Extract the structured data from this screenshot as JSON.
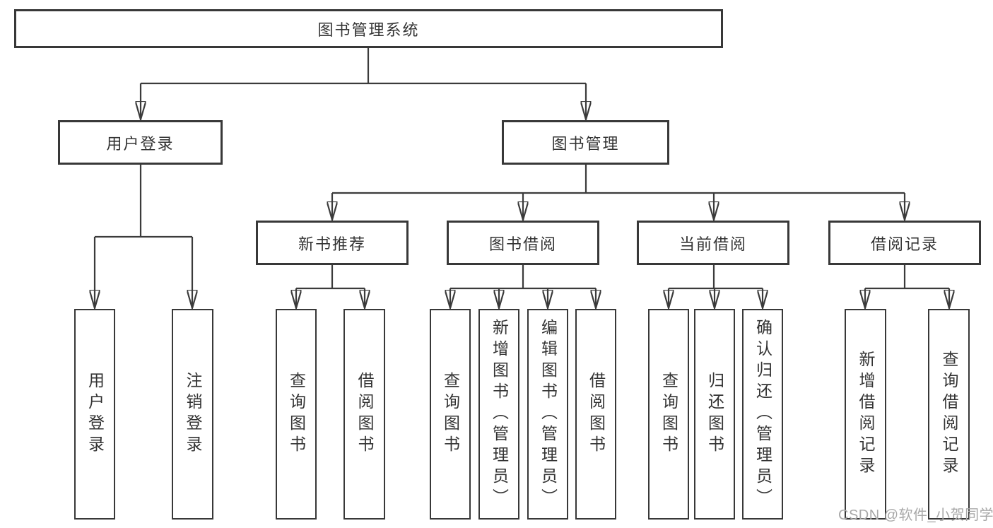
{
  "diagram": {
    "type": "tree-function-structure",
    "colors": {
      "background": "#ffffff",
      "box_border": "#383838",
      "connector_line": "#3b3b3b",
      "text": "#333333",
      "watermark_text": "#a8a8a8"
    },
    "nodes": {
      "root": {
        "label": "图书管理系统"
      },
      "user_login": {
        "label": "用户登录"
      },
      "book_management": {
        "label": "图书管理"
      },
      "new_book_recommend": {
        "label": "新书推荐"
      },
      "book_borrow": {
        "label": "图书借阅"
      },
      "current_borrow": {
        "label": "当前借阅"
      },
      "borrow_records": {
        "label": "借阅记录"
      },
      "user_login_leaf": {
        "label": "用户登录"
      },
      "logout_leaf": {
        "label": "注销登录"
      },
      "query_books_recommend": {
        "label": "查询图书"
      },
      "borrow_books_recommend": {
        "label": "借阅图书"
      },
      "query_books_borrow": {
        "label": "查询图书"
      },
      "add_books_admin": {
        "label": "新增图书（管理员）"
      },
      "edit_books_admin": {
        "label": "编辑图书（管理员）"
      },
      "borrow_books_leaf": {
        "label": "借阅图书"
      },
      "query_books_current": {
        "label": "查询图书"
      },
      "return_books": {
        "label": "归还图书"
      },
      "confirm_return_admin": {
        "label": "确认归还（管理员）"
      },
      "add_borrow_record": {
        "label": "新增借阅记录"
      },
      "query_borrow_record": {
        "label": "查询借阅记录"
      }
    },
    "watermark": {
      "text": "CSDN @软件_小贺同学"
    }
  }
}
